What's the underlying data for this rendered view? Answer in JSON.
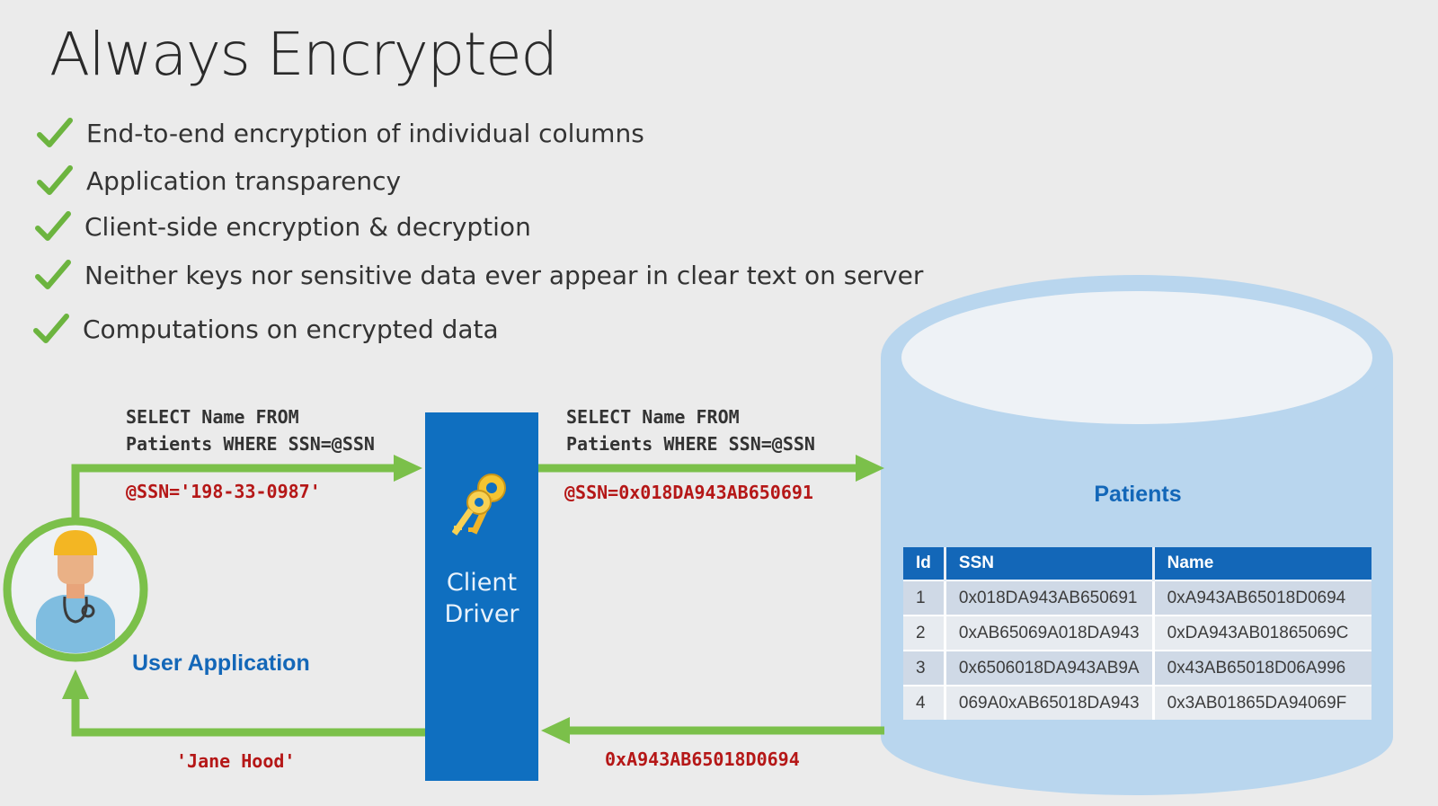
{
  "title": "Always Encrypted",
  "bullets": [
    "End-to-end encryption of individual columns",
    "Application transparency",
    "Client-side encryption & decryption",
    "Neither keys nor sensitive data ever appear in clear text on server",
    "Computations on encrypted data"
  ],
  "flow": {
    "query_to_driver": [
      "SELECT Name FROM",
      "Patients WHERE SSN=@SSN"
    ],
    "param_plain": "@SSN='198-33-0987'",
    "query_to_server": [
      "SELECT Name FROM",
      "Patients WHERE SSN=@SSN"
    ],
    "param_encrypted": "@SSN=0x018DA943AB650691",
    "result_encrypted": "0xA943AB65018D0694",
    "result_plain": "'Jane Hood'"
  },
  "client_driver": {
    "label_line1": "Client",
    "label_line2": "Driver",
    "icon": "keys-icon"
  },
  "user_application": {
    "label": "User Application",
    "icon": "doctor-avatar-icon"
  },
  "database": {
    "table_title": "Patients",
    "columns": [
      "Id",
      "SSN",
      "Name"
    ],
    "rows": [
      [
        "1",
        "0x018DA943AB650691",
        "0xA943AB65018D0694"
      ],
      [
        "2",
        "0xAB65069A018DA943",
        "0xDA943AB01865069C"
      ],
      [
        "3",
        "0x6506018DA943AB9A",
        "0x43AB65018D06A996"
      ],
      [
        "4",
        "069A0xAB65018DA943",
        "0x3AB01865DA94069F"
      ]
    ]
  },
  "colors": {
    "arrow_green": "#7bc04a",
    "check_green": "#6cb43f",
    "driver_blue": "#0f6fc0",
    "db_light_blue": "#b9d6ee",
    "accent_blue": "#1367b8",
    "code_red": "#b51717"
  }
}
